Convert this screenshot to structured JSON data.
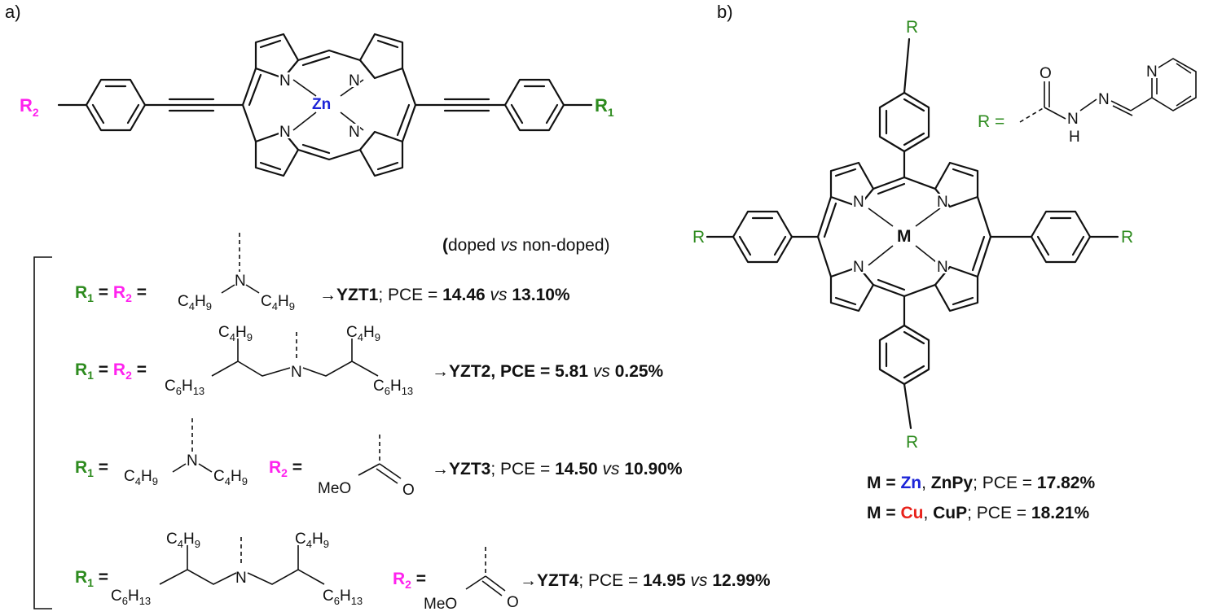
{
  "panel_a": {
    "label": "a)",
    "core_atoms": {
      "n": "N",
      "metal": "Zn"
    },
    "substituents": {
      "r1": "R",
      "r1_sub": "1",
      "r2": "R",
      "r2_sub": "2"
    },
    "comparison_note": {
      "open": "(",
      "doped": "doped ",
      "vs": "vs",
      "rest": " non-doped)"
    },
    "entries": [
      {
        "id": "YZT1",
        "lhs": "R1 = R2 =",
        "result_prefix": "→",
        "name": "YZT1",
        "sep": "; PCE = ",
        "doped": "14.46",
        "vs": "vs",
        "nondoped": "13.10%"
      },
      {
        "id": "YZT2",
        "lhs": "R1 = R2 =",
        "result_prefix": "→",
        "name": "YZT2",
        "sep": ", PCE = ",
        "doped": "5.81",
        "vs": "vs",
        "nondoped": "0.25%"
      },
      {
        "id": "YZT3",
        "lhs": "R1 =",
        "r2_lhs": "R2 =",
        "result_prefix": "→",
        "name": "YZT3",
        "sep": "; PCE = ",
        "doped": "14.50",
        "vs": "vs",
        "nondoped": "10.90%"
      },
      {
        "id": "YZT4",
        "lhs": "R1 =",
        "r2_lhs": "R2 =",
        "result_prefix": "→",
        "name": "YZT4",
        "sep": "; PCE = ",
        "doped": "14.95",
        "vs": "vs",
        "nondoped": "12.99%"
      }
    ],
    "fragments": {
      "butyl": "C",
      "butyl_sub": "4",
      "butyl_h": "H",
      "butyl_h_sub": "9",
      "hexyl": "C",
      "hexyl_sub": "6",
      "hexyl_h": "H",
      "hexyl_h_sub": "13",
      "n": "N",
      "meo": "MeO",
      "o": "O"
    }
  },
  "panel_b": {
    "label": "b)",
    "core_atoms": {
      "n": "N",
      "metal": "M"
    },
    "r": "R",
    "r_def": "R =",
    "r_atoms": {
      "o": "O",
      "n1": "N",
      "n2": "N",
      "h": "H",
      "n_py": "N"
    },
    "entries": [
      {
        "m": "M",
        "eq": " = ",
        "metal": "Zn",
        "comma": ", ",
        "name": "ZnPy",
        "sep": "; PCE = ",
        "pce": "17.82%"
      },
      {
        "m": "M",
        "eq": " = ",
        "metal": "Cu",
        "comma": ", ",
        "name": "CuP",
        "sep": "; PCE = ",
        "pce": "18.21%"
      }
    ]
  },
  "colors": {
    "green": "#2e8b1f",
    "pink": "#ff22ee",
    "blue": "#1c24d8",
    "red": "#e8221b"
  }
}
